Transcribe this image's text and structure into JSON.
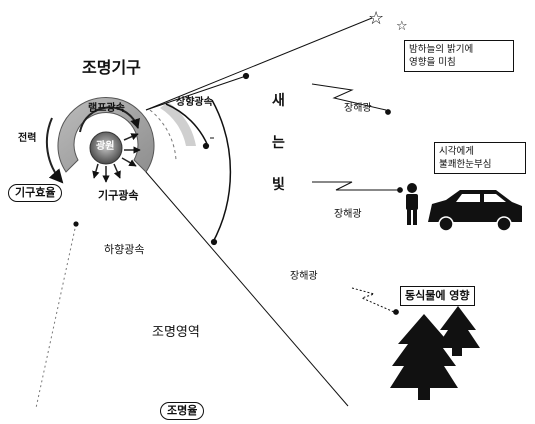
{
  "diagram": {
    "title": "조명기구",
    "lamp_label": "광원",
    "power_label": "전력",
    "lamp_flux_label": "램프광속",
    "fixture_flux_label": "기구광속",
    "fixture_efficiency_label": "기구효율",
    "upward_flux_label": "상향광속",
    "downward_flux_label": "하향광속",
    "lighting_area_label": "조명영역",
    "illuminance_ratio_label": "조명율",
    "leak_light_chars": [
      "새",
      "는",
      "빛"
    ],
    "obtrusive_light_labels": [
      "장해광",
      "장해광",
      "장해광"
    ],
    "effects": {
      "sky": [
        "밤하늘의 밝기에",
        "영향을 미침"
      ],
      "driver": [
        "시각에게",
        "불쾌한눈부심"
      ],
      "ecology": "동식물에 영향"
    },
    "stars": [
      "☆",
      "☆"
    ]
  }
}
